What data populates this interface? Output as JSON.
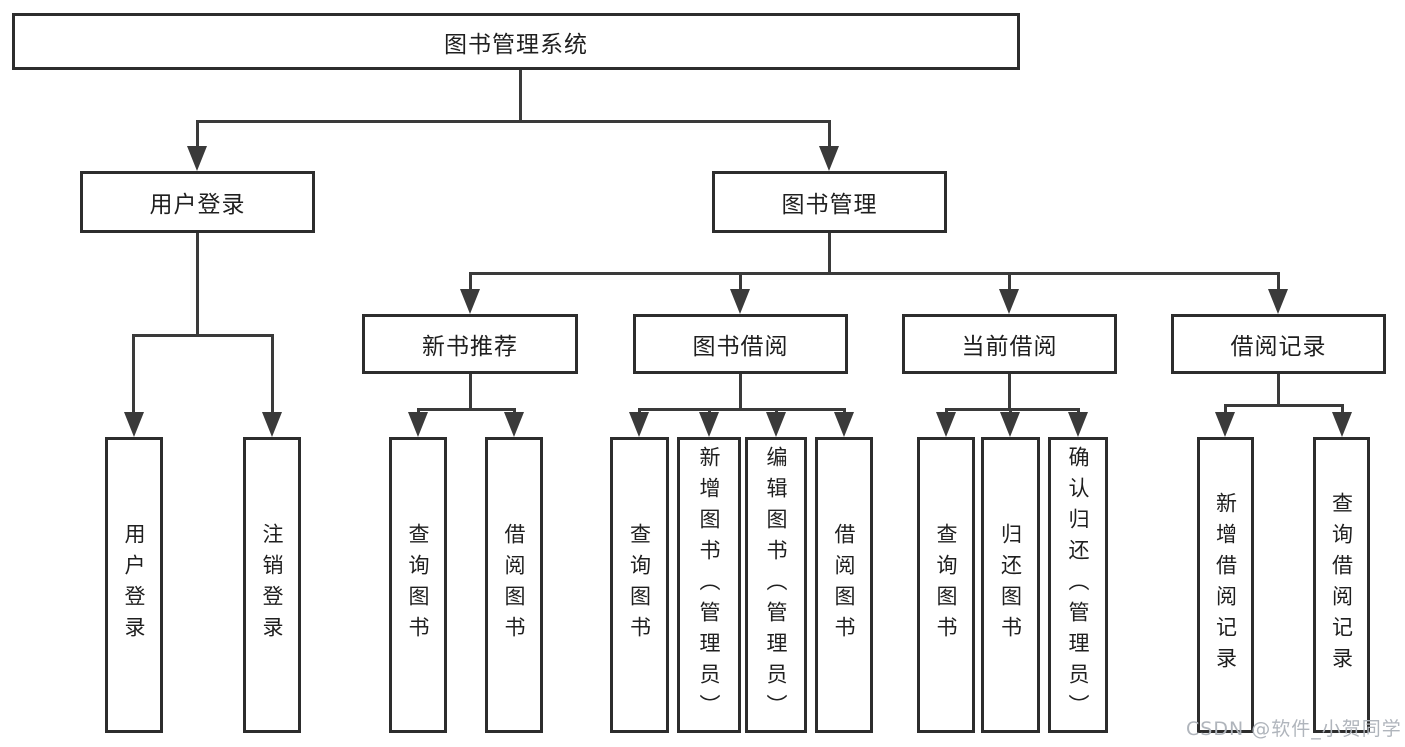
{
  "diagram": {
    "title": "图书管理系统",
    "branches": [
      {
        "label": "用户登录",
        "children": [
          {
            "label": "用户登录"
          },
          {
            "label": "注销登录"
          }
        ]
      },
      {
        "label": "图书管理",
        "children": [
          {
            "label": "新书推荐",
            "children": [
              {
                "label": "查询图书"
              },
              {
                "label": "借阅图书"
              }
            ]
          },
          {
            "label": "图书借阅",
            "children": [
              {
                "label": "查询图书"
              },
              {
                "label": "新增图书（管理员）"
              },
              {
                "label": "编辑图书（管理员）"
              },
              {
                "label": "借阅图书"
              }
            ]
          },
          {
            "label": "当前借阅",
            "children": [
              {
                "label": "查询图书"
              },
              {
                "label": "归还图书"
              },
              {
                "label": "确认归还（管理员）"
              }
            ]
          },
          {
            "label": "借阅记录",
            "children": [
              {
                "label": "新增借阅记录"
              },
              {
                "label": "查询借阅记录"
              }
            ]
          }
        ]
      }
    ]
  },
  "watermark": {
    "text": "CSDN @软件_小贺同学"
  },
  "colors": {
    "line": "#3a3a3a",
    "border": "#2d2d2d",
    "text": "#1f1f1f",
    "watermark": "#b0b5bc",
    "background": "#ffffff"
  }
}
